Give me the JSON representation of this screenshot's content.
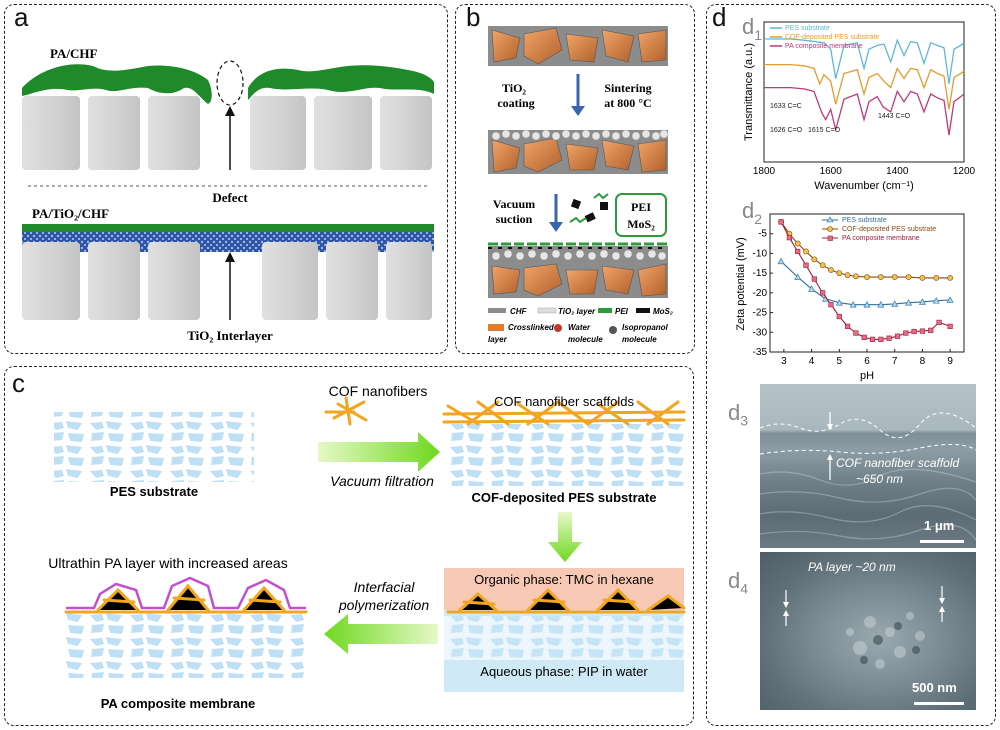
{
  "panel_a": {
    "label": "a",
    "top_label": "PA/CHF",
    "defect_label": "Defect",
    "bottom_label": "PA/TiO₂/CHF",
    "interlayer_label": "TiO₂ Interlayer"
  },
  "panel_b": {
    "label": "b",
    "step1_left": [
      "TiO₂",
      "coating"
    ],
    "step1_right": [
      "Sintering",
      "at 800 °C"
    ],
    "step2_left": [
      "Vacuum",
      "suction"
    ],
    "box_lines": [
      "PEI",
      "MoS₂"
    ],
    "legend": {
      "chf": "CHF",
      "tio2": "TiO₂ layer",
      "pei": "PEI",
      "mos2": "MoS₂",
      "crosslinked": [
        "Crosslinked",
        "layer"
      ],
      "water": [
        "Water",
        "molecule"
      ],
      "isopropanol": [
        "Isopropanol",
        "molecule"
      ]
    }
  },
  "panel_c": {
    "label": "c",
    "cof_nanofibers": "COF nanofibers",
    "scaffold_label": "COF nanofiber scaffolds",
    "vacuum_filtration": "Vacuum filtration",
    "pes_substrate": "PES substrate",
    "cof_pes_substrate": "COF-deposited PES substrate",
    "organic_phase": "Organic phase: TMC in hexane",
    "aqueous_phase": "Aqueous phase: PIP in water",
    "interfacial": [
      "Interfacial",
      "polymerization"
    ],
    "ultrathin": "Ultrathin PA layer with increased areas",
    "pa_membrane": "PA composite membrane"
  },
  "panel_d": {
    "label": "d",
    "d1": {
      "label": "d",
      "sub": "1",
      "ylabel": "Transmittance (a.u.)",
      "xlabel": "Wavenumber (cm⁻¹)",
      "xticks": [
        "1800",
        "1600",
        "1400",
        "1200"
      ],
      "legend": [
        "PES substrate",
        "COF-deposited PES substrate",
        "PA composite membrane"
      ],
      "annotations": [
        "1633 C=C",
        "1626 C=O",
        "1615 C=O",
        "1443 C=O"
      ]
    },
    "d2": {
      "label": "d",
      "sub": "2",
      "ylabel": "Zeta potential (mV)",
      "xlabel": "pH",
      "legend": [
        "PES substrate",
        "COF-deposited PES substrate",
        "PA composite membrane"
      ]
    },
    "d3": {
      "label": "d",
      "sub": "3",
      "caption": [
        "COF nanofiber scaffold",
        "~650 nm"
      ],
      "scale": "1 μm"
    },
    "d4": {
      "label": "d",
      "sub": "4",
      "caption": "PA layer ~20 nm",
      "scale": "500 nm"
    }
  },
  "colors": {
    "pes": "#5fb7d9",
    "cof": "#e89a2c",
    "pa": "#c0397a",
    "green": "#1e8a2a",
    "orange_fiber": "#f2a51e"
  },
  "chart_data": [
    {
      "type": "line",
      "title": "",
      "xlabel": "Wavenumber (cm⁻¹)",
      "ylabel": "Transmittance (a.u.)",
      "xlim": [
        1800,
        1200
      ],
      "series": [
        {
          "name": "PES substrate",
          "x": [
            1800,
            1720,
            1680,
            1650,
            1620,
            1600,
            1585,
            1560,
            1520,
            1500,
            1485,
            1460,
            1440,
            1420,
            1400,
            1380,
            1360,
            1340,
            1320,
            1300,
            1280,
            1260,
            1245,
            1230,
            1210,
            1200
          ],
          "y": [
            0.93,
            0.93,
            0.92,
            0.91,
            0.9,
            0.85,
            0.62,
            0.88,
            0.9,
            0.7,
            0.85,
            0.88,
            0.89,
            0.75,
            0.92,
            0.8,
            0.91,
            0.9,
            0.74,
            0.9,
            0.88,
            0.86,
            0.58,
            0.85,
            0.88,
            0.9
          ]
        },
        {
          "name": "COF-deposited PES substrate",
          "x": [
            1800,
            1720,
            1680,
            1650,
            1633,
            1620,
            1600,
            1585,
            1560,
            1520,
            1500,
            1485,
            1460,
            1440,
            1420,
            1400,
            1380,
            1360,
            1340,
            1320,
            1300,
            1280,
            1260,
            1245,
            1230,
            1210,
            1200
          ],
          "y": [
            0.73,
            0.73,
            0.72,
            0.7,
            0.58,
            0.65,
            0.6,
            0.42,
            0.66,
            0.69,
            0.5,
            0.63,
            0.66,
            0.6,
            0.55,
            0.7,
            0.62,
            0.7,
            0.69,
            0.55,
            0.69,
            0.66,
            0.64,
            0.38,
            0.63,
            0.66,
            0.68
          ]
        },
        {
          "name": "PA composite membrane",
          "x": [
            1800,
            1720,
            1680,
            1650,
            1626,
            1615,
            1600,
            1585,
            1560,
            1520,
            1500,
            1485,
            1460,
            1443,
            1420,
            1400,
            1380,
            1360,
            1340,
            1320,
            1300,
            1280,
            1260,
            1245,
            1230,
            1210,
            1200
          ],
          "y": [
            0.55,
            0.55,
            0.54,
            0.52,
            0.35,
            0.3,
            0.38,
            0.22,
            0.46,
            0.5,
            0.3,
            0.44,
            0.48,
            0.4,
            0.36,
            0.52,
            0.44,
            0.52,
            0.5,
            0.36,
            0.5,
            0.47,
            0.45,
            0.18,
            0.44,
            0.48,
            0.5
          ]
        }
      ]
    },
    {
      "type": "line",
      "title": "",
      "xlabel": "pH",
      "ylabel": "Zeta potential (mV)",
      "xlim": [
        2.5,
        9.5
      ],
      "ylim": [
        0,
        -35
      ],
      "xticks": [
        3,
        4,
        5,
        6,
        7,
        8,
        9
      ],
      "yticks": [
        -5,
        -10,
        -15,
        -20,
        -25,
        -30,
        -35
      ],
      "series": [
        {
          "name": "PES substrate",
          "x": [
            2.9,
            3.5,
            4.0,
            4.5,
            5.0,
            5.5,
            6.0,
            6.5,
            7.0,
            7.5,
            8.0,
            8.5,
            9.0
          ],
          "y": [
            -12,
            -16,
            -19,
            -21.5,
            -22.5,
            -23,
            -23,
            -23,
            -22.8,
            -22.5,
            -22.3,
            -22,
            -21.8
          ]
        },
        {
          "name": "COF-deposited PES substrate",
          "x": [
            2.9,
            3.2,
            3.5,
            3.8,
            4.1,
            4.4,
            4.7,
            5.0,
            5.3,
            5.6,
            6.0,
            6.5,
            7.0,
            7.5,
            8.0,
            8.5,
            9.0
          ],
          "y": [
            -2,
            -5,
            -7.5,
            -9.5,
            -11.5,
            -13,
            -14.2,
            -15,
            -15.5,
            -15.8,
            -16,
            -16,
            -16,
            -16,
            -16.2,
            -16.2,
            -16.2
          ]
        },
        {
          "name": "PA composite membrane",
          "x": [
            2.9,
            3.2,
            3.5,
            3.8,
            4.1,
            4.4,
            4.7,
            5.0,
            5.3,
            5.6,
            5.9,
            6.2,
            6.5,
            6.8,
            7.1,
            7.4,
            7.7,
            8.0,
            8.3,
            8.6,
            9.0
          ],
          "y": [
            -2,
            -6,
            -9.5,
            -13,
            -16.5,
            -20,
            -23,
            -26,
            -28.5,
            -30.2,
            -31.3,
            -31.8,
            -31.8,
            -31.5,
            -31,
            -30.2,
            -29.8,
            -29.7,
            -29.5,
            -27.5,
            -28.5
          ]
        }
      ]
    }
  ]
}
